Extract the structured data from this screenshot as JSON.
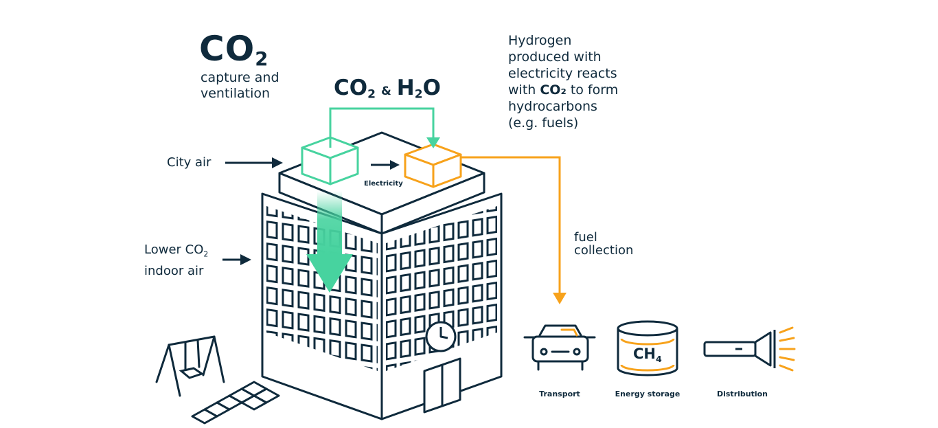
{
  "title": {
    "main": "CO",
    "main_sub": "2",
    "lines": [
      "capture and",
      "ventilation"
    ]
  },
  "reaction_label": {
    "co": "CO",
    "co_sub": "2",
    "amp": "&",
    "h": "H",
    "h_sub": "2",
    "o": "O"
  },
  "hydrogen_note": {
    "lines": [
      "Hydrogen",
      "produced with",
      "electricity reacts"
    ],
    "line4_pre": "with ",
    "line4_bold": "CO₂",
    "line4_post": " to form",
    "lines_end": [
      "hydrocarbons",
      "(e.g. fuels)"
    ]
  },
  "city_air": "City air",
  "lower_air": {
    "line1": "Lower CO",
    "line1_sub": "2",
    "line2": "indoor air"
  },
  "electricity": "Electricity",
  "fuel_collection": [
    "fuel",
    "collection"
  ],
  "uses": [
    {
      "label": "Transport",
      "icon": "car-icon"
    },
    {
      "label": "Energy storage",
      "icon": "tank-icon"
    },
    {
      "label": "Distribution",
      "icon": "flashlight-icon"
    }
  ],
  "tank_text": {
    "main": "CH",
    "sub": "4"
  },
  "colors": {
    "navy": "#0f2a3c",
    "green": "#47d39f",
    "orange": "#f7a21b"
  }
}
